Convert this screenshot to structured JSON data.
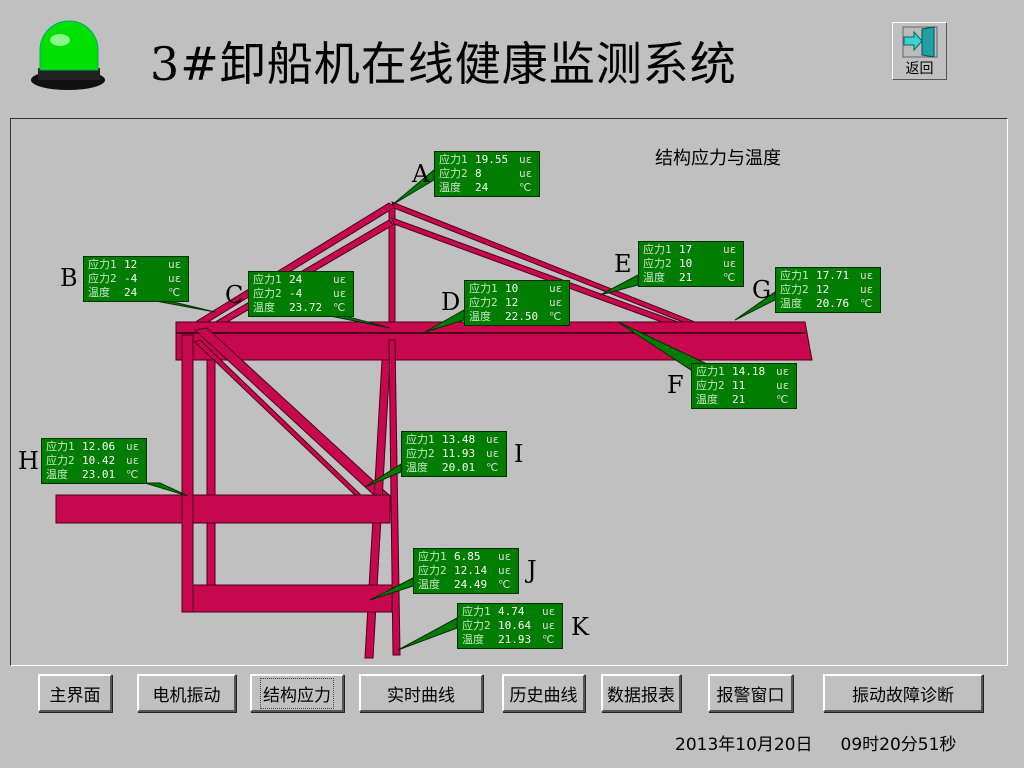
{
  "header": {
    "title": "3#卸船机在线健康监测系统",
    "back_label": "返回",
    "status_light_color": "#00e000"
  },
  "panel": {
    "title": "结构应力与温度"
  },
  "field_labels": {
    "stress1": "应力1",
    "stress2": "应力2",
    "temp": "温度"
  },
  "units": {
    "stress": "uε",
    "temp": "℃"
  },
  "sensors": [
    {
      "id": "A",
      "stress1": "19.55",
      "stress2": "8",
      "temp": "24"
    },
    {
      "id": "B",
      "stress1": "12",
      "stress2": "-4",
      "temp": "24"
    },
    {
      "id": "C",
      "stress1": "24",
      "stress2": "-4",
      "temp": "23.72"
    },
    {
      "id": "D",
      "stress1": "10",
      "stress2": "12",
      "temp": "22.50"
    },
    {
      "id": "E",
      "stress1": "17",
      "stress2": "10",
      "temp": "21"
    },
    {
      "id": "F",
      "stress1": "14.18",
      "stress2": "11",
      "temp": "21"
    },
    {
      "id": "G",
      "stress1": "17.71",
      "stress2": "12",
      "temp": "20.76"
    },
    {
      "id": "H",
      "stress1": "12.06",
      "stress2": "10.42",
      "temp": "23.01"
    },
    {
      "id": "I",
      "stress1": "13.48",
      "stress2": "11.93",
      "temp": "20.01"
    },
    {
      "id": "J",
      "stress1": "6.85",
      "stress2": "12.14",
      "temp": "24.49"
    },
    {
      "id": "K",
      "stress1": "4.74",
      "stress2": "10.64",
      "temp": "21.93"
    }
  ],
  "nav": [
    {
      "label": "主界面"
    },
    {
      "label": "电机振动"
    },
    {
      "label": "结构应力",
      "active": true
    },
    {
      "label": "实时曲线"
    },
    {
      "label": "历史曲线"
    },
    {
      "label": "数据报表"
    },
    {
      "label": "报警窗口"
    },
    {
      "label": "振动故障诊断"
    }
  ],
  "footer": {
    "date": "2013年10月20日",
    "time": "09时20分51秒"
  },
  "colors": {
    "structure": "#c8084e",
    "box": "#007c00"
  }
}
